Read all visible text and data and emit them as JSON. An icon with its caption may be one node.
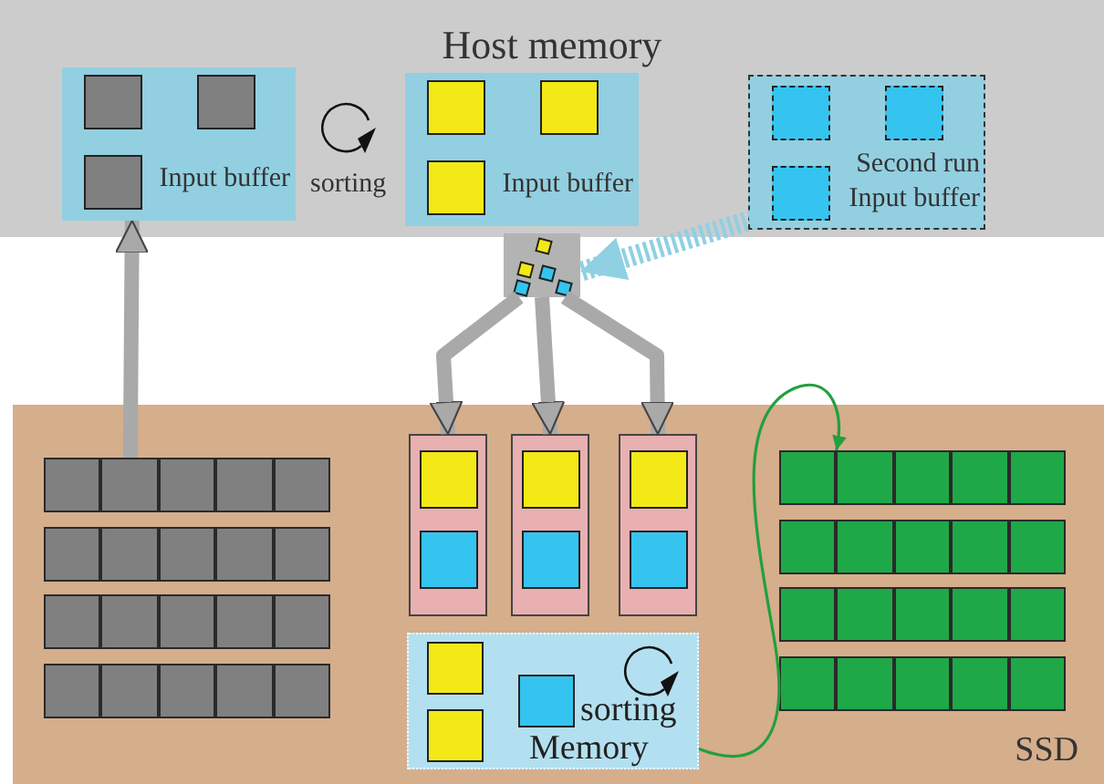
{
  "diagram": {
    "nodes": [
      {
        "text": [
          "Host memory"
        ]
      },
      {
        "text": [
          "Input buffer"
        ],
        "in": 0
      },
      {
        "text": [
          "Input buffer"
        ],
        "in": 0
      },
      {
        "text": [
          "Second run Input buffer"
        ],
        "in": 0
      },
      {
        "text": [],
        "shape": "box"
      },
      {
        "text": [
          "SSD"
        ]
      },
      {
        "text": [],
        "shape": "box",
        "in": 5
      },
      {
        "text": [],
        "shape": "box",
        "in": 5
      },
      {
        "text": [],
        "shape": "box",
        "in": 5
      },
      {
        "text": [],
        "shape": "box",
        "in": 5
      },
      {
        "text": [],
        "shape": "box",
        "in": 5
      },
      {
        "text": [
          "sorting",
          "Memory"
        ],
        "in": 5
      }
    ],
    "edges": [
      {
        "from": 6,
        "to": 1,
        "arrow": "to"
      },
      {
        "from": 3,
        "to": 4,
        "arrow": "to",
        "style": "dashed",
        "color": "#8fd0e3"
      },
      {
        "from": 4,
        "to": 7,
        "arrow": "to"
      },
      {
        "from": 4,
        "to": 8,
        "arrow": "to"
      },
      {
        "from": 4,
        "to": 9,
        "arrow": "to"
      },
      {
        "from": 11,
        "to": 10,
        "arrow": "to",
        "color": "#22a03c"
      }
    ],
    "labels": [
      "sorting"
    ]
  }
}
